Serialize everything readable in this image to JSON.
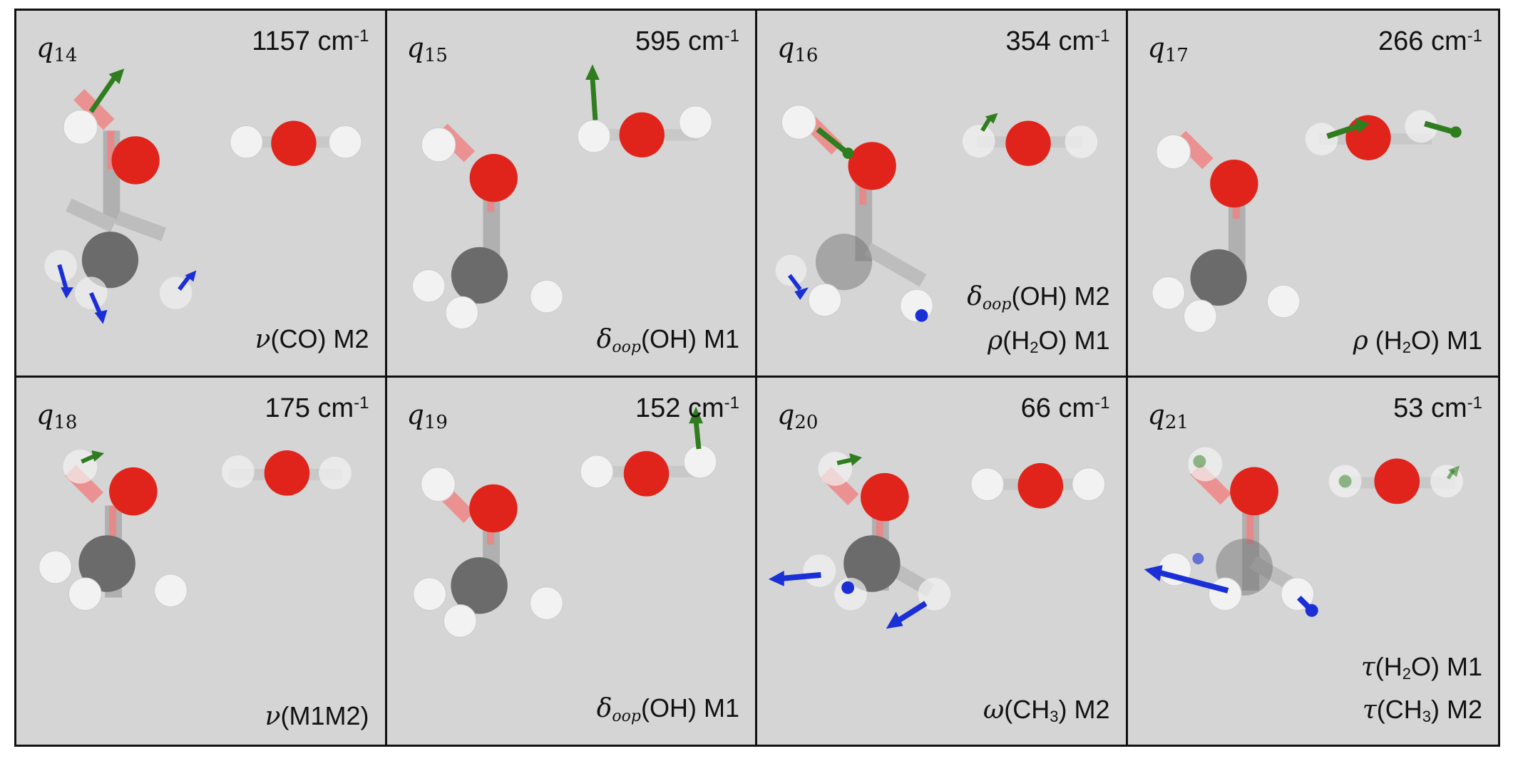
{
  "panels": [
    {
      "q": "q",
      "q_sub": "14",
      "freq_value": "1157 cm",
      "freq_unit_sup": "-1",
      "modes": [
        {
          "sym": "ν",
          "sym_sub": "",
          "rest_pre": "(CO) M2",
          "rest_sub": "",
          "rest_post": ""
        }
      ]
    },
    {
      "q": "q",
      "q_sub": "15",
      "freq_value": "595 cm",
      "freq_unit_sup": "-1",
      "modes": [
        {
          "sym": "δ",
          "sym_sub": "oop",
          "rest_pre": "(OH) M1",
          "rest_sub": "",
          "rest_post": ""
        }
      ]
    },
    {
      "q": "q",
      "q_sub": "16",
      "freq_value": "354 cm",
      "freq_unit_sup": "-1",
      "modes": [
        {
          "sym": "δ",
          "sym_sub": "oop",
          "rest_pre": "(OH) M2",
          "rest_sub": "",
          "rest_post": ""
        },
        {
          "sym": "ρ",
          "sym_sub": "",
          "rest_pre": "(H",
          "rest_sub": "2",
          "rest_post": "O) M1"
        }
      ]
    },
    {
      "q": "q",
      "q_sub": "17",
      "freq_value": "266 cm",
      "freq_unit_sup": "-1",
      "modes": [
        {
          "sym": "ρ",
          "sym_sub": "",
          "rest_pre": " (H",
          "rest_sub": "2",
          "rest_post": "O) M1"
        }
      ]
    },
    {
      "q": "q",
      "q_sub": "18",
      "freq_value": "175 cm",
      "freq_unit_sup": "-1",
      "modes": [
        {
          "sym": "ν",
          "sym_sub": "",
          "rest_pre": "(M1M2)",
          "rest_sub": "",
          "rest_post": ""
        }
      ]
    },
    {
      "q": "q",
      "q_sub": "19",
      "freq_value": "152 cm",
      "freq_unit_sup": "-1",
      "modes": [
        {
          "sym": "δ",
          "sym_sub": "oop",
          "rest_pre": "(OH) M1",
          "rest_sub": "",
          "rest_post": ""
        }
      ]
    },
    {
      "q": "q",
      "q_sub": "20",
      "freq_value": "66 cm",
      "freq_unit_sup": "-1",
      "modes": [
        {
          "sym": "ω",
          "sym_sub": "",
          "rest_pre": "(CH",
          "rest_sub": "3",
          "rest_post": ") M2"
        }
      ]
    },
    {
      "q": "q",
      "q_sub": "21",
      "freq_value": "53 cm",
      "freq_unit_sup": "-1",
      "modes": [
        {
          "sym": "τ",
          "sym_sub": "",
          "rest_pre": "(H",
          "rest_sub": "2",
          "rest_post": "O) M1"
        },
        {
          "sym": "τ",
          "sym_sub": "",
          "rest_pre": "(CH",
          "rest_sub": "3",
          "rest_post": ") M2"
        }
      ]
    }
  ],
  "colors": {
    "panel_background": "#d5d5d5",
    "oxygen": "#e0241b",
    "carbon": "#6b6b6b",
    "hydrogen": "#f2f2f2",
    "arrow_m1": "#2f7d1f",
    "arrow_m2": "#1a2fd6",
    "border": "#111111"
  }
}
